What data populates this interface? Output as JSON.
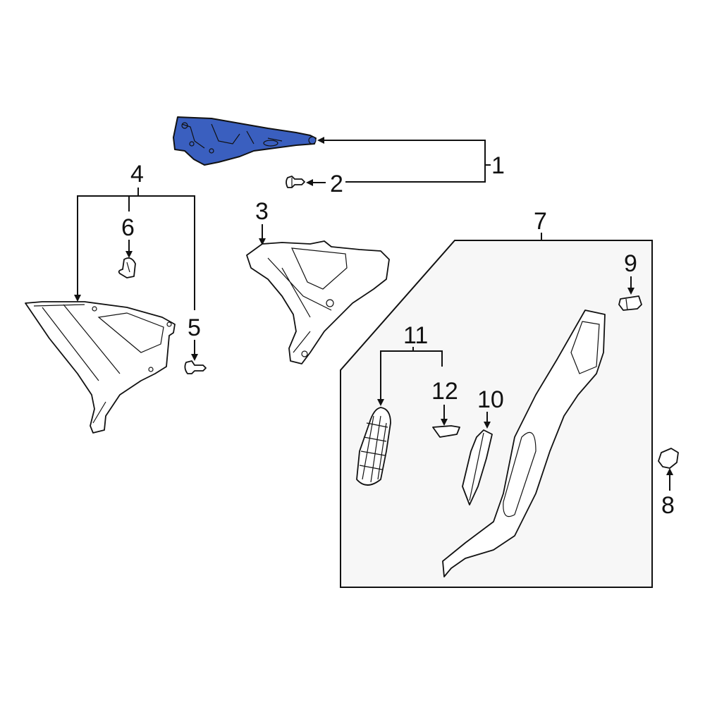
{
  "diagram": {
    "type": "exploded-parts-diagram",
    "highlight_color": "#3a5fbf",
    "group_box_fill": "#f7f7f7",
    "callouts": [
      {
        "id": "1",
        "label": "1",
        "points_to": [
          "highlighted trim panel",
          "clip 2"
        ]
      },
      {
        "id": "2",
        "label": "2",
        "points_to": [
          "clip"
        ]
      },
      {
        "id": "3",
        "label": "3",
        "points_to": [
          "inner panel bracket"
        ]
      },
      {
        "id": "4",
        "label": "4",
        "points_to": [
          "quarter trim panel",
          "clip 6",
          "clip 5"
        ]
      },
      {
        "id": "5",
        "label": "5",
        "points_to": [
          "push clip"
        ]
      },
      {
        "id": "6",
        "label": "6",
        "points_to": [
          "retainer"
        ]
      },
      {
        "id": "7",
        "label": "7",
        "points_to": [
          "group box"
        ]
      },
      {
        "id": "8",
        "label": "8",
        "points_to": [
          "clip"
        ]
      },
      {
        "id": "9",
        "label": "9",
        "points_to": [
          "clip"
        ]
      },
      {
        "id": "10",
        "label": "10",
        "points_to": [
          "cover strip"
        ]
      },
      {
        "id": "11",
        "label": "11",
        "points_to": [
          "vent grille",
          "clip 12"
        ]
      },
      {
        "id": "12",
        "label": "12",
        "points_to": [
          "clip"
        ]
      }
    ]
  }
}
